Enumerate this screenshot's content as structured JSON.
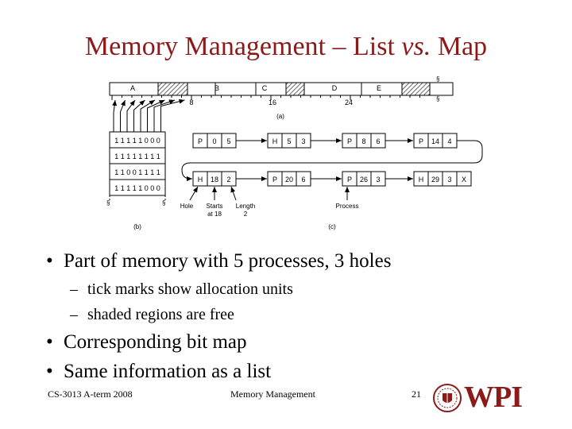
{
  "title": {
    "main": "Memory Management – List ",
    "italic": "vs.",
    "end": " Map"
  },
  "figure": {
    "segments": [
      "A",
      "B",
      "C",
      "D",
      "E"
    ],
    "ticks": [
      "8",
      "16",
      "24"
    ],
    "label_a": "(a)",
    "label_b": "(b)",
    "label_c": "(c)",
    "bitmap_rows": [
      "1 1 1 1 1 0 0 0",
      "1 1 1 1 1 1 1 1",
      "1 1 0 0 1 1 1 1",
      "1 1 1 1 1 0 0 0"
    ],
    "list_row1": [
      [
        "P",
        "0",
        "5"
      ],
      [
        "H",
        "5",
        "3"
      ],
      [
        "P",
        "8",
        "6"
      ],
      [
        "P",
        "14",
        "4"
      ]
    ],
    "list_row2": [
      [
        "H",
        "18",
        "2"
      ],
      [
        "P",
        "20",
        "6"
      ],
      [
        "P",
        "26",
        "3"
      ],
      [
        "H",
        "29",
        "3"
      ]
    ],
    "terminator": "X",
    "annot_hole": "Hole",
    "annot_starts": "Starts",
    "annot_at18": "at 18",
    "annot_length": "Length",
    "annot_2": "2",
    "annot_process": "Process"
  },
  "bullets": {
    "b1": "Part of memory with 5 processes, 3 holes",
    "sub1": "tick marks show allocation units",
    "sub2": "shaded regions are free",
    "b2": "Corresponding bit map",
    "b3": "Same information as a list",
    "dot": "•",
    "dash": "–"
  },
  "footer": {
    "left": "CS-3013 A-term 2008",
    "center": "Memory Management",
    "page": "21"
  },
  "logo": {
    "text": "WPI",
    "color": "#8b1a1a"
  }
}
